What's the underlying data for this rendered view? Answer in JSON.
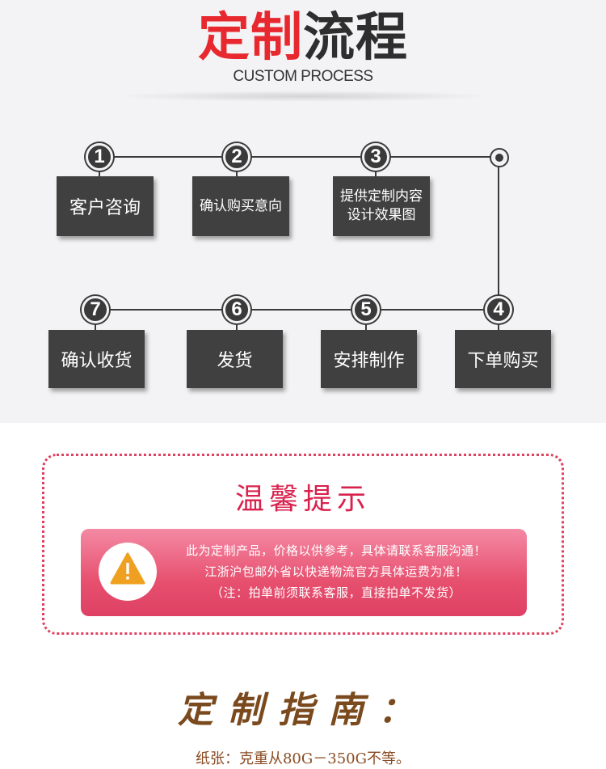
{
  "header": {
    "title_red": "定制",
    "title_dark": "流程",
    "subtitle": "CUSTOM PROCESS"
  },
  "steps": [
    {
      "num": "1",
      "label": "客户咨询"
    },
    {
      "num": "2",
      "label": "确认购买意向"
    },
    {
      "num": "3",
      "label": "提供定制内容设计效果图",
      "line1": "提供定制内容",
      "line2": "设计效果图"
    },
    {
      "num": "4",
      "label": "下单购买"
    },
    {
      "num": "5",
      "label": "安排制作"
    },
    {
      "num": "6",
      "label": "发货"
    },
    {
      "num": "7",
      "label": "确认收货"
    }
  ],
  "tips": {
    "title": "温馨提示",
    "line1": "此为定制产品，价格以供参考，具体请联系客服沟通！",
    "line2": "江浙沪包邮外省以快递物流官方具体运费为准！",
    "line3": "（注：拍单前须联系客服，直接拍单不发货）",
    "icon": "warning-icon"
  },
  "guide": {
    "title": "定制指南：",
    "paper": "纸张：克重从80G－350G不等。"
  },
  "colors": {
    "accent_red": "#e8282f",
    "box_dark": "#404040",
    "tips_pink": "#e7506f",
    "guide_brown": "#7a4a1e"
  }
}
